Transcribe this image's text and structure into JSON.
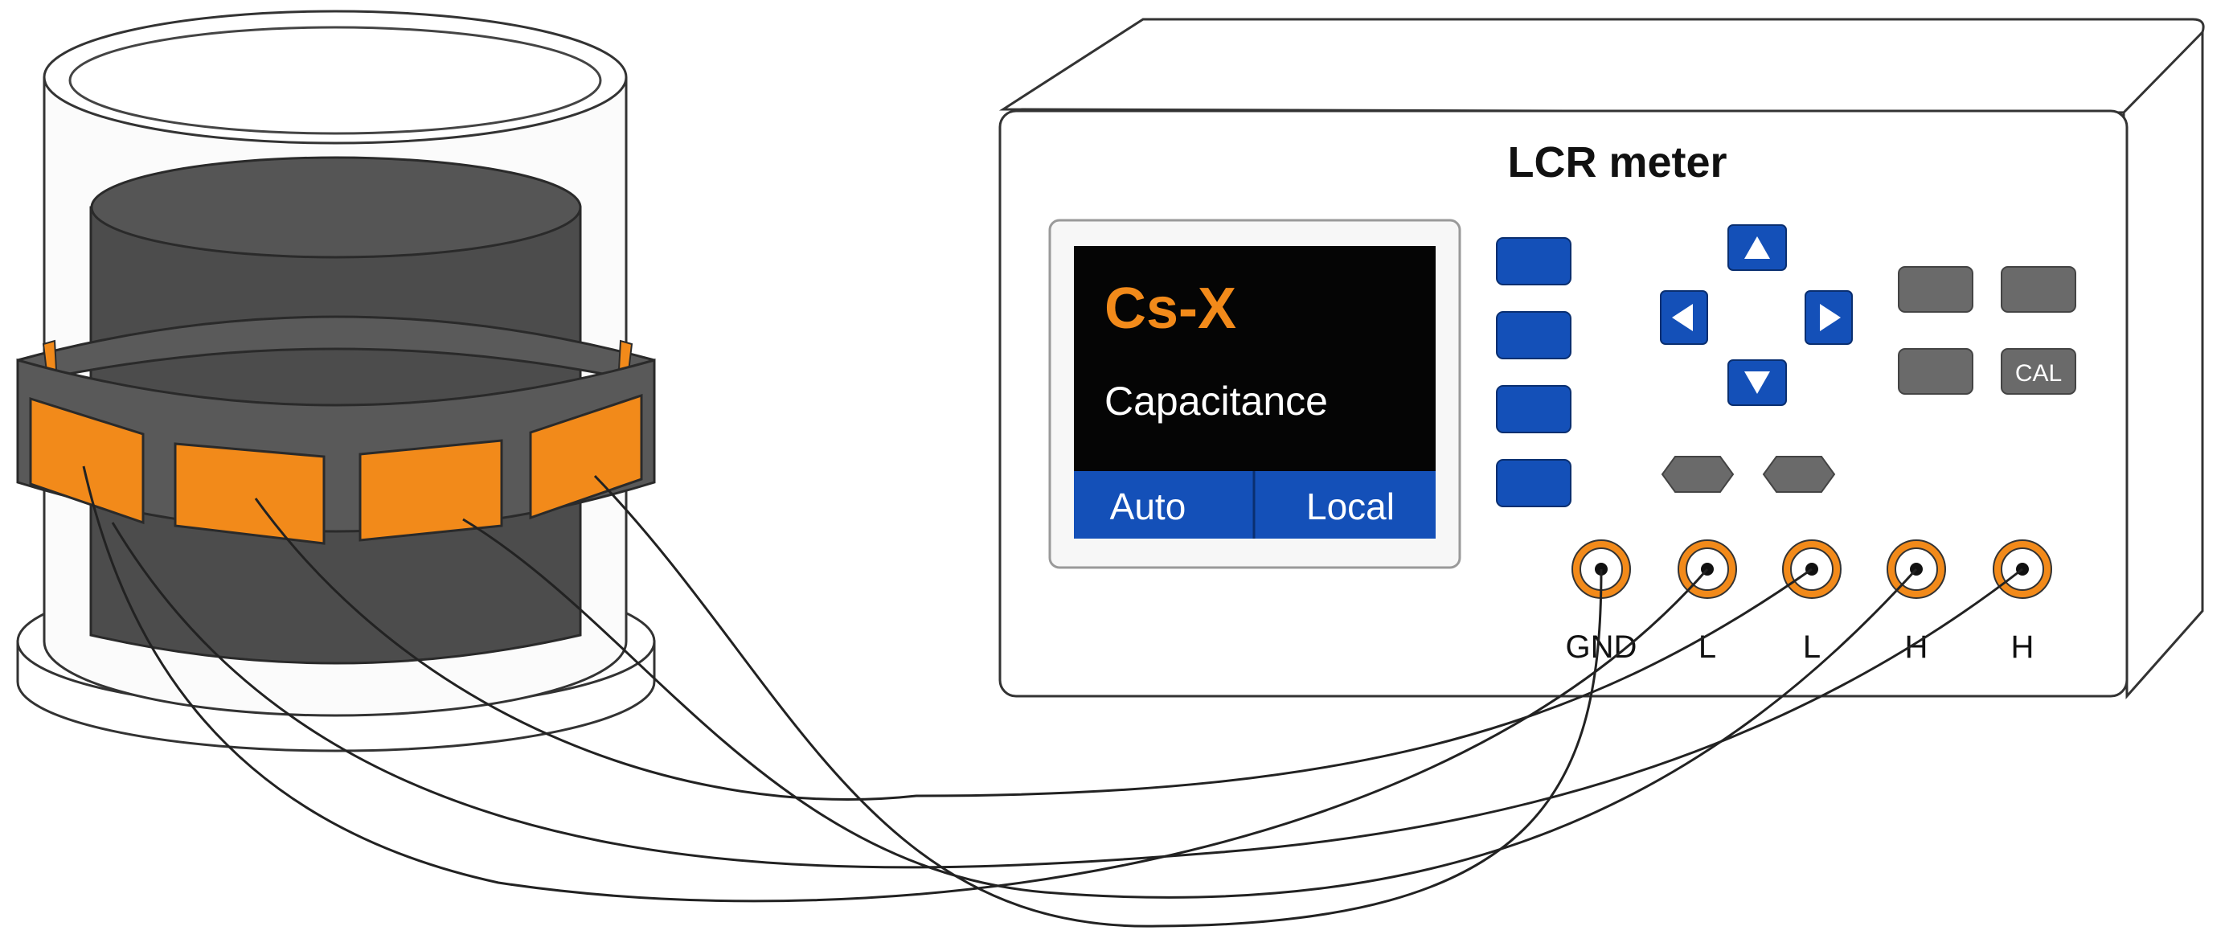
{
  "meter": {
    "title": "LCR meter",
    "screen": {
      "mode": "Cs-X",
      "parameter": "Capacitance",
      "softkey_left": "Auto",
      "softkey_right": "Local"
    },
    "cal_label": "CAL",
    "terminals": [
      "GND",
      "L",
      "L",
      "H",
      "H"
    ]
  },
  "colors": {
    "accent_orange": "#f28a1a",
    "button_blue": "#1450b8",
    "screen_black": "#050505",
    "button_gray": "#6a6a6a",
    "core_gray": "#4c4c4c"
  }
}
